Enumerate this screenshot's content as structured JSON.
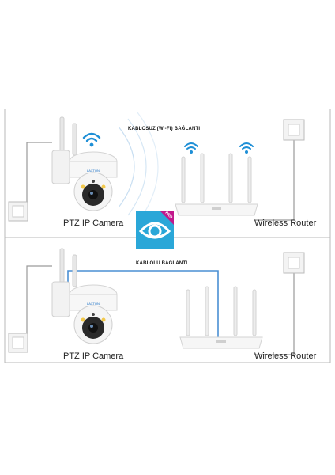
{
  "wifi_section": {
    "caption": "KABLOSUZ (Wi-Fi) BAĞLANTI",
    "camera_label": "PTZ IP Camera",
    "router_label": "Wireless Router"
  },
  "wired_section": {
    "caption": "KABLOLU BAĞLANTI",
    "camera_label": "PTZ IP Camera",
    "router_label": "Wireless Router"
  },
  "app_logo": {
    "badge": "PRO",
    "colors": {
      "primary": "#2aa7d8",
      "badge": "#c2188c"
    }
  },
  "colors": {
    "frame": "#b9b9b9",
    "cable": "#4a8fd4",
    "wire": "#9a9a9a",
    "wifi": "#1e8fd6"
  }
}
